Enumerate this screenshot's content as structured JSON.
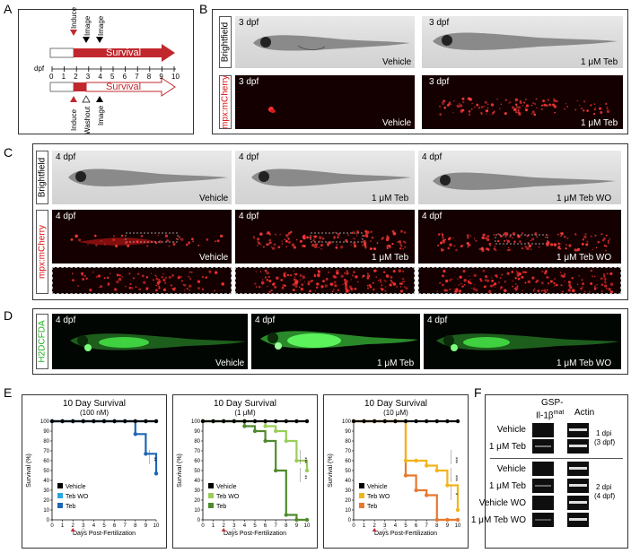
{
  "panels": {
    "A": {
      "letter": "A",
      "top_markers": [
        "Induce",
        "Image",
        "Image"
      ],
      "bar_label": "Survival",
      "axis_label": "dpf",
      "ticks": [
        "0",
        "1",
        "2",
        "3",
        "4",
        "5",
        "6",
        "7",
        "8",
        "9",
        "10"
      ],
      "bottom_markers": [
        "Induce",
        "Washout",
        "Image"
      ],
      "colors": {
        "red": "#c0282d"
      }
    },
    "B": {
      "letter": "B",
      "brightfield_tab": "Brightfield",
      "mcherry_tab": "mpx:mCherry",
      "stage": "3 dpf",
      "conditions": [
        "Vehicle",
        "1 μM Teb"
      ]
    },
    "C": {
      "letter": "C",
      "brightfield_tab": "Brightfield",
      "mcherry_tab": "mpx:mCherry",
      "stage": "4 dpf",
      "conditions": [
        "Vehicle",
        "1 μM Teb",
        "1 μM Teb WO"
      ]
    },
    "D": {
      "letter": "D",
      "tab": "H2DCFDA",
      "stage": "4 dpf",
      "conditions": [
        "Vehicle",
        "1 μM Teb",
        "1 μM Teb WO"
      ]
    },
    "E": {
      "letter": "E"
    },
    "F": {
      "letter": "F",
      "col1_header_line1": "GSP-",
      "col1_header_line2": "Il-1β",
      "col1_header_sup": "mat",
      "col2_header": "Actin",
      "group1_rows": [
        "Vehicle",
        "1 μM Teb"
      ],
      "group1_note": [
        "1 dpi",
        "(3 dpf)"
      ],
      "group2_rows": [
        "Vehicle",
        "1 μM Teb",
        "Vehicle WO",
        "1 μM Teb WO"
      ],
      "group2_note": [
        "2 dpi",
        "(4 dpf)"
      ]
    }
  },
  "chart_data": [
    {
      "type": "line",
      "title": "10 Day Survival",
      "subtitle": "(100 nM)",
      "xlabel": "Days Post-Fertilization",
      "ylabel": "Survival (%)",
      "xlim": [
        0,
        10
      ],
      "ylim": [
        0,
        100
      ],
      "xticks": [
        0,
        1,
        2,
        3,
        4,
        5,
        6,
        7,
        8,
        9,
        10
      ],
      "yticks": [
        0,
        10,
        20,
        30,
        40,
        50,
        60,
        70,
        80,
        90,
        100
      ],
      "legend": [
        "Vehicle",
        "Teb WO",
        "Teb"
      ],
      "legend_position": "bottom-left",
      "series": [
        {
          "name": "Vehicle",
          "color": "#000000",
          "x": [
            0,
            1,
            2,
            3,
            4,
            5,
            6,
            7,
            8,
            9,
            10
          ],
          "y": [
            100,
            100,
            100,
            100,
            100,
            100,
            100,
            100,
            100,
            100,
            100
          ]
        },
        {
          "name": "Teb WO",
          "color": "#2ba6e0",
          "x": [
            0,
            1,
            2,
            3,
            4,
            5,
            6,
            7,
            8,
            9,
            10
          ],
          "y": [
            100,
            100,
            100,
            100,
            100,
            100,
            100,
            100,
            100,
            100,
            100
          ]
        },
        {
          "name": "Teb",
          "color": "#1f66b3",
          "x": [
            0,
            1,
            2,
            3,
            4,
            5,
            6,
            7,
            8,
            9,
            10
          ],
          "y": [
            100,
            100,
            100,
            100,
            100,
            100,
            100,
            100,
            87,
            67,
            47
          ]
        }
      ],
      "annotations": [
        "**"
      ]
    },
    {
      "type": "line",
      "title": "10 Day Survival",
      "subtitle": "(1 μM)",
      "xlabel": "Days Post-Fertilization",
      "ylabel": "Survival (%)",
      "xlim": [
        0,
        10
      ],
      "ylim": [
        0,
        100
      ],
      "xticks": [
        0,
        1,
        2,
        3,
        4,
        5,
        6,
        7,
        8,
        9,
        10
      ],
      "yticks": [
        0,
        10,
        20,
        30,
        40,
        50,
        60,
        70,
        80,
        90,
        100
      ],
      "legend": [
        "Vehicle",
        "Teb WO",
        "Teb"
      ],
      "legend_position": "bottom-left",
      "series": [
        {
          "name": "Vehicle",
          "color": "#000000",
          "x": [
            0,
            1,
            2,
            3,
            4,
            5,
            6,
            7,
            8,
            9,
            10
          ],
          "y": [
            100,
            100,
            100,
            100,
            100,
            100,
            100,
            100,
            100,
            100,
            100
          ]
        },
        {
          "name": "Teb WO",
          "color": "#9acd5a",
          "x": [
            0,
            1,
            2,
            3,
            4,
            5,
            6,
            7,
            8,
            9,
            10
          ],
          "y": [
            100,
            100,
            100,
            100,
            100,
            100,
            95,
            90,
            80,
            60,
            50
          ]
        },
        {
          "name": "Teb",
          "color": "#4f8a2e",
          "x": [
            0,
            1,
            2,
            3,
            4,
            5,
            6,
            7,
            8,
            9,
            10
          ],
          "y": [
            100,
            100,
            100,
            100,
            95,
            90,
            80,
            50,
            5,
            0,
            0
          ]
        }
      ],
      "annotations": [
        "***",
        "**"
      ]
    },
    {
      "type": "line",
      "title": "10 Day Survival",
      "subtitle": "(10 μM)",
      "xlabel": "Days Post-Fertilization",
      "ylabel": "Survival (%)",
      "xlim": [
        0,
        10
      ],
      "ylim": [
        0,
        100
      ],
      "xticks": [
        0,
        1,
        2,
        3,
        4,
        5,
        6,
        7,
        8,
        9,
        10
      ],
      "yticks": [
        0,
        10,
        20,
        30,
        40,
        50,
        60,
        70,
        80,
        90,
        100
      ],
      "legend": [
        "Vehicle",
        "Teb WO",
        "Teb"
      ],
      "legend_position": "bottom-left",
      "series": [
        {
          "name": "Vehicle",
          "color": "#000000",
          "x": [
            0,
            1,
            2,
            3,
            4,
            5,
            6,
            7,
            8,
            9,
            10
          ],
          "y": [
            100,
            100,
            100,
            100,
            100,
            100,
            100,
            100,
            100,
            100,
            100
          ]
        },
        {
          "name": "Teb WO",
          "color": "#f2b41c",
          "x": [
            0,
            1,
            2,
            3,
            4,
            5,
            6,
            7,
            8,
            9,
            10
          ],
          "y": [
            100,
            100,
            100,
            100,
            100,
            60,
            60,
            55,
            50,
            35,
            10
          ]
        },
        {
          "name": "Teb",
          "color": "#e8782d",
          "x": [
            0,
            1,
            2,
            3,
            4,
            5,
            6,
            7,
            8,
            9,
            10
          ],
          "y": [
            100,
            100,
            100,
            100,
            100,
            45,
            30,
            25,
            0,
            0,
            0
          ]
        }
      ],
      "annotations": [
        "***",
        "***",
        "*"
      ]
    }
  ]
}
